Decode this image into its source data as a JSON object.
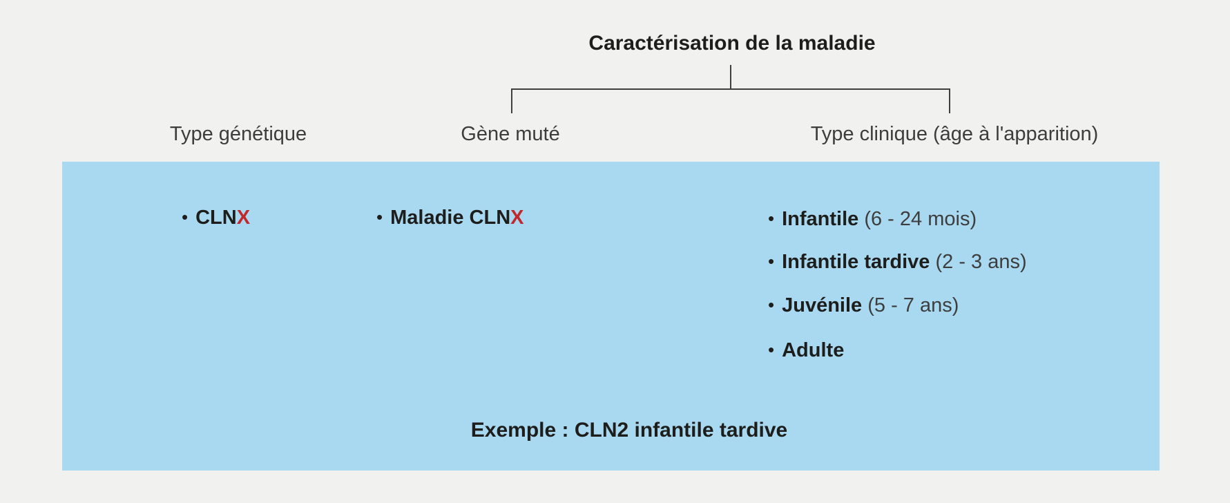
{
  "title": "Caractérisation de la maladie",
  "bullet": "•",
  "columns": [
    {
      "label": "Type génétique",
      "items": [
        {
          "bold": "CLN",
          "accent": "X",
          "suffix": ""
        }
      ]
    },
    {
      "label": "Gène muté",
      "items": [
        {
          "bold": "Maladie CLN",
          "accent": "X",
          "suffix": ""
        }
      ]
    },
    {
      "label": "Type clinique (âge à l'apparition)",
      "items": [
        {
          "bold": "Infantile",
          "accent": "",
          "suffix": " (6 - 24 mois)"
        },
        {
          "bold": "Infantile tardive",
          "accent": "",
          "suffix": " (2 - 3 ans)"
        },
        {
          "bold": "Juvénile",
          "accent": "",
          "suffix": " (5 - 7 ans)"
        },
        {
          "bold": "Adulte",
          "accent": "",
          "suffix": ""
        }
      ]
    }
  ],
  "example": "Exemple : CLN2 infantile tardive",
  "colors": {
    "background": "#f1f1ef",
    "panel": "#a9d9f0",
    "accent": "#c1272d",
    "heading": "#1d1d1b",
    "text": "#3d3d3d",
    "line": "#3f3f3f"
  }
}
